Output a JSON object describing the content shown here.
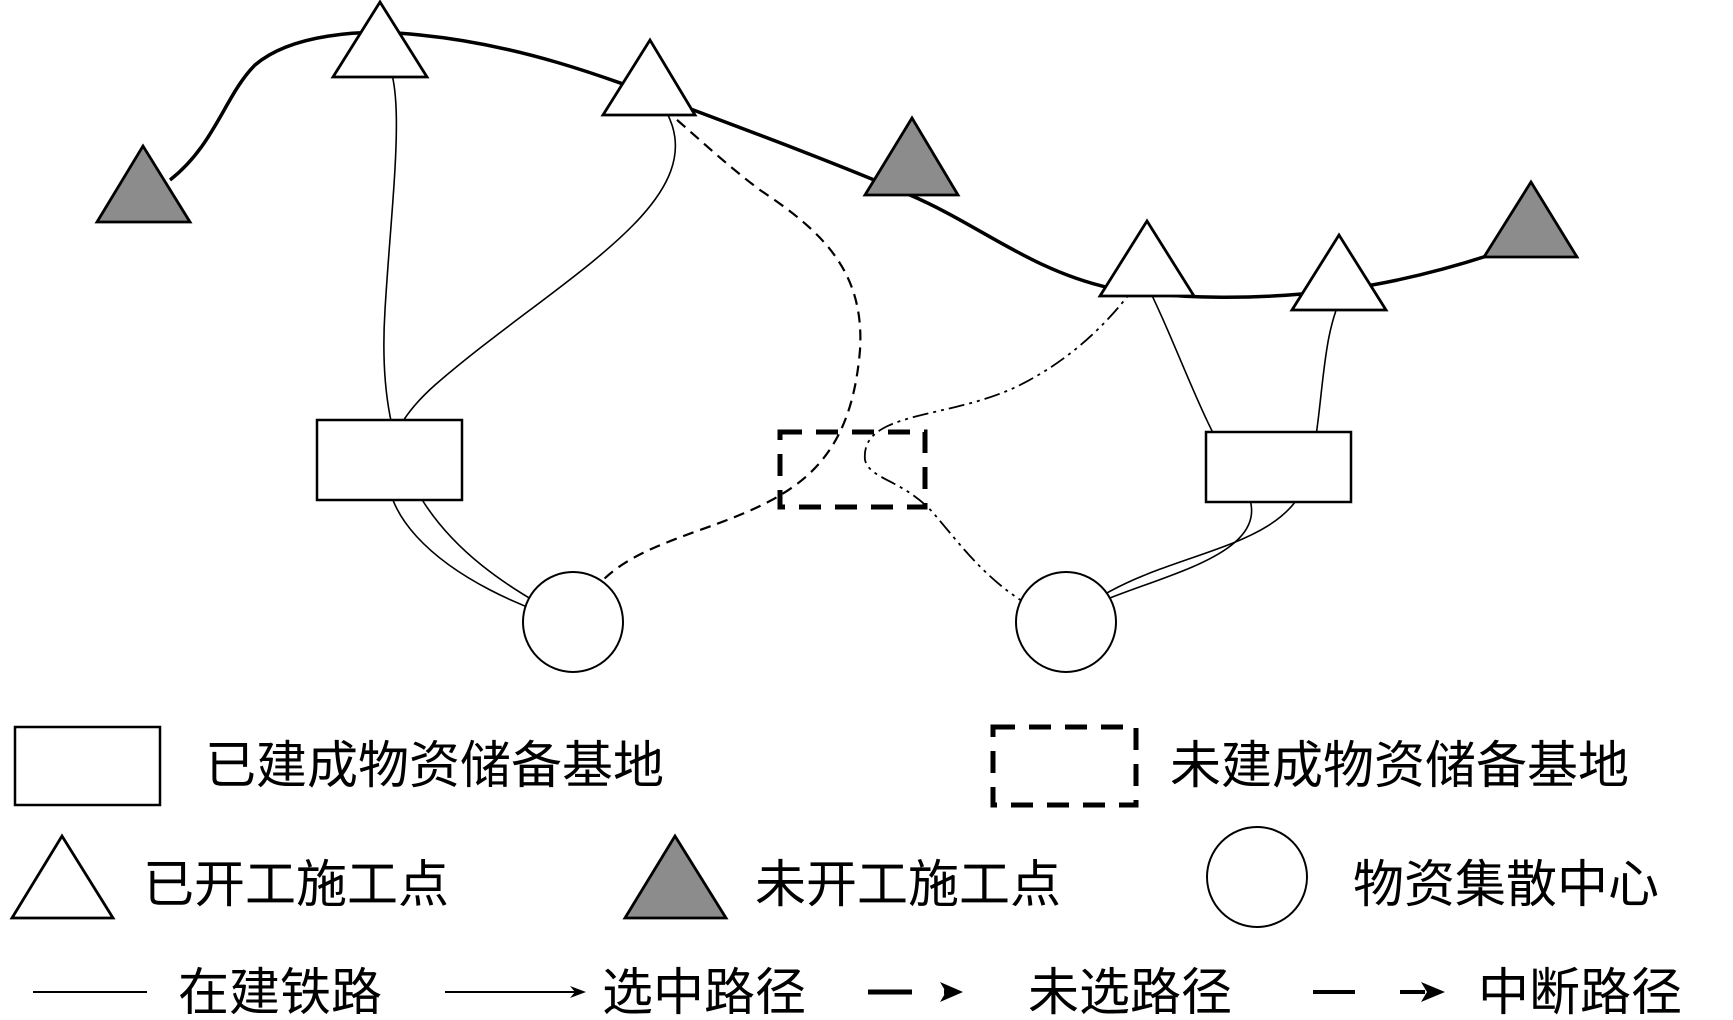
{
  "legend": {
    "built_base": "已建成物资储备基地",
    "planned_base": "未建成物资储备基地",
    "started_site": "已开工施工点",
    "unstarted_site": "未开工施工点",
    "hub": "物资集散中心",
    "railway": "在建铁路",
    "selected_route": "选中路径",
    "unselected_route": "未选路径",
    "interrupted_route": "中断路径"
  },
  "colors": {
    "unstarted_fill": "#8c8c8c",
    "stroke": "#000000",
    "background": "#ffffff"
  }
}
